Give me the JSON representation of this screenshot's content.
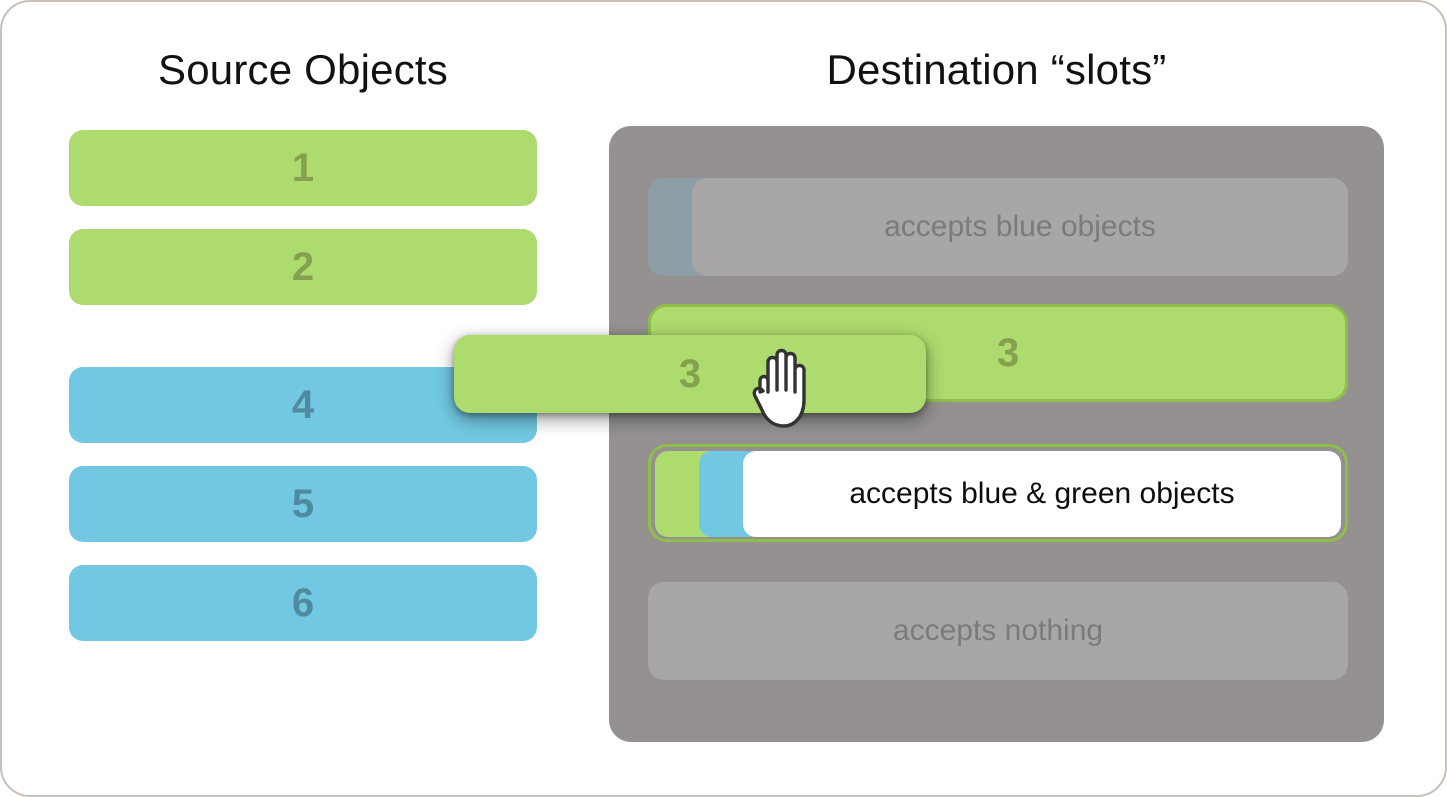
{
  "headings": {
    "source": "Source Objects",
    "destination": "Destination “slots”"
  },
  "colors": {
    "green": "#aedb6e",
    "green_text": "#85a14f",
    "blue": "#72c8e2",
    "blue_text": "#4e8b9e",
    "panel_gray": "#949190",
    "slot_gray": "#a9a7a5",
    "slot_text_gray": "#7d7b79",
    "blue_disabled": "#8c9ea6",
    "active_border": "#8fbf4a",
    "frame_border": "#c9c0ba"
  },
  "source_objects": [
    {
      "label": "1",
      "type": "green"
    },
    {
      "label": "2",
      "type": "green"
    },
    {
      "label": "4",
      "type": "blue"
    },
    {
      "label": "5",
      "type": "blue"
    },
    {
      "label": "6",
      "type": "blue"
    }
  ],
  "slots": [
    {
      "state": "inactive",
      "label": "accepts blue objects",
      "accepts": "blue",
      "tabs": [
        "blue"
      ]
    },
    {
      "state": "filled",
      "label": "3",
      "accepts": "green",
      "tabs": [
        "green"
      ]
    },
    {
      "state": "active",
      "label": "accepts blue & green objects",
      "accepts": "blue, green",
      "tabs": [
        "green",
        "blue"
      ]
    },
    {
      "state": "empty",
      "label": "accepts nothing",
      "accepts": "none",
      "tabs": []
    }
  ],
  "drag": {
    "item_label": "3",
    "cursor": "grab-hand-cursor"
  }
}
